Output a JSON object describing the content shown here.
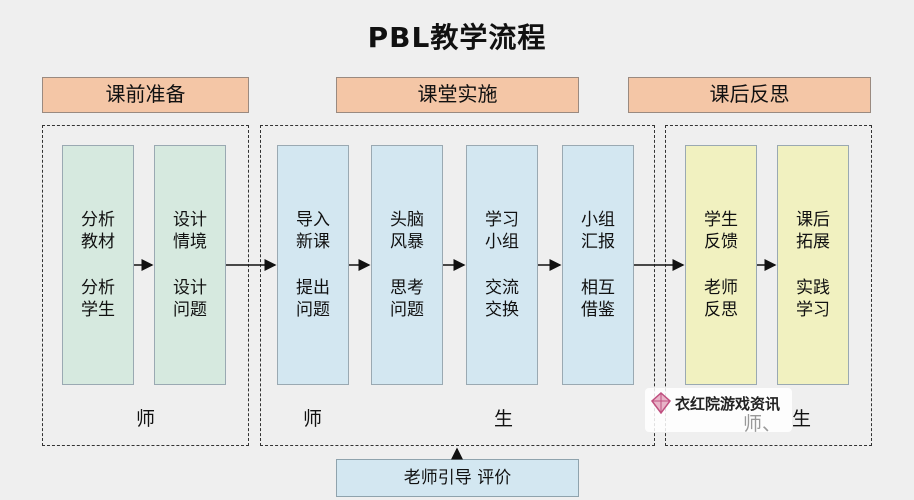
{
  "title": "PBL教学流程",
  "phases": [
    "课前准备",
    "课堂实施",
    "课后反思"
  ],
  "steps": [
    {
      "line1": "分析\n教材",
      "line2": "分析\n学生"
    },
    {
      "line1": "设计\n情境",
      "line2": "设计\n问题"
    },
    {
      "line1": "导入\n新课",
      "line2": "提出\n问题"
    },
    {
      "line1": "头脑\n风暴",
      "line2": "思考\n问题"
    },
    {
      "line1": "学习\n小组",
      "line2": "交流\n交换"
    },
    {
      "line1": "小组\n汇报",
      "line2": "相互\n借鉴"
    },
    {
      "line1": "学生\n反馈",
      "line2": "老师\n反思"
    },
    {
      "line1": "课后\n拓展",
      "line2": "实践\n学习"
    }
  ],
  "roles": [
    "师",
    "师",
    "生",
    "生"
  ],
  "bottom_box": "老师引导  评价",
  "watermark": {
    "text": "衣红院游戏资讯",
    "overlay": "师、"
  },
  "colors": {
    "phase": "#f4c6a6",
    "prep_steps": "#d6e9df",
    "class_steps": "#d3e7f1",
    "post_steps": "#f1f1c0"
  }
}
